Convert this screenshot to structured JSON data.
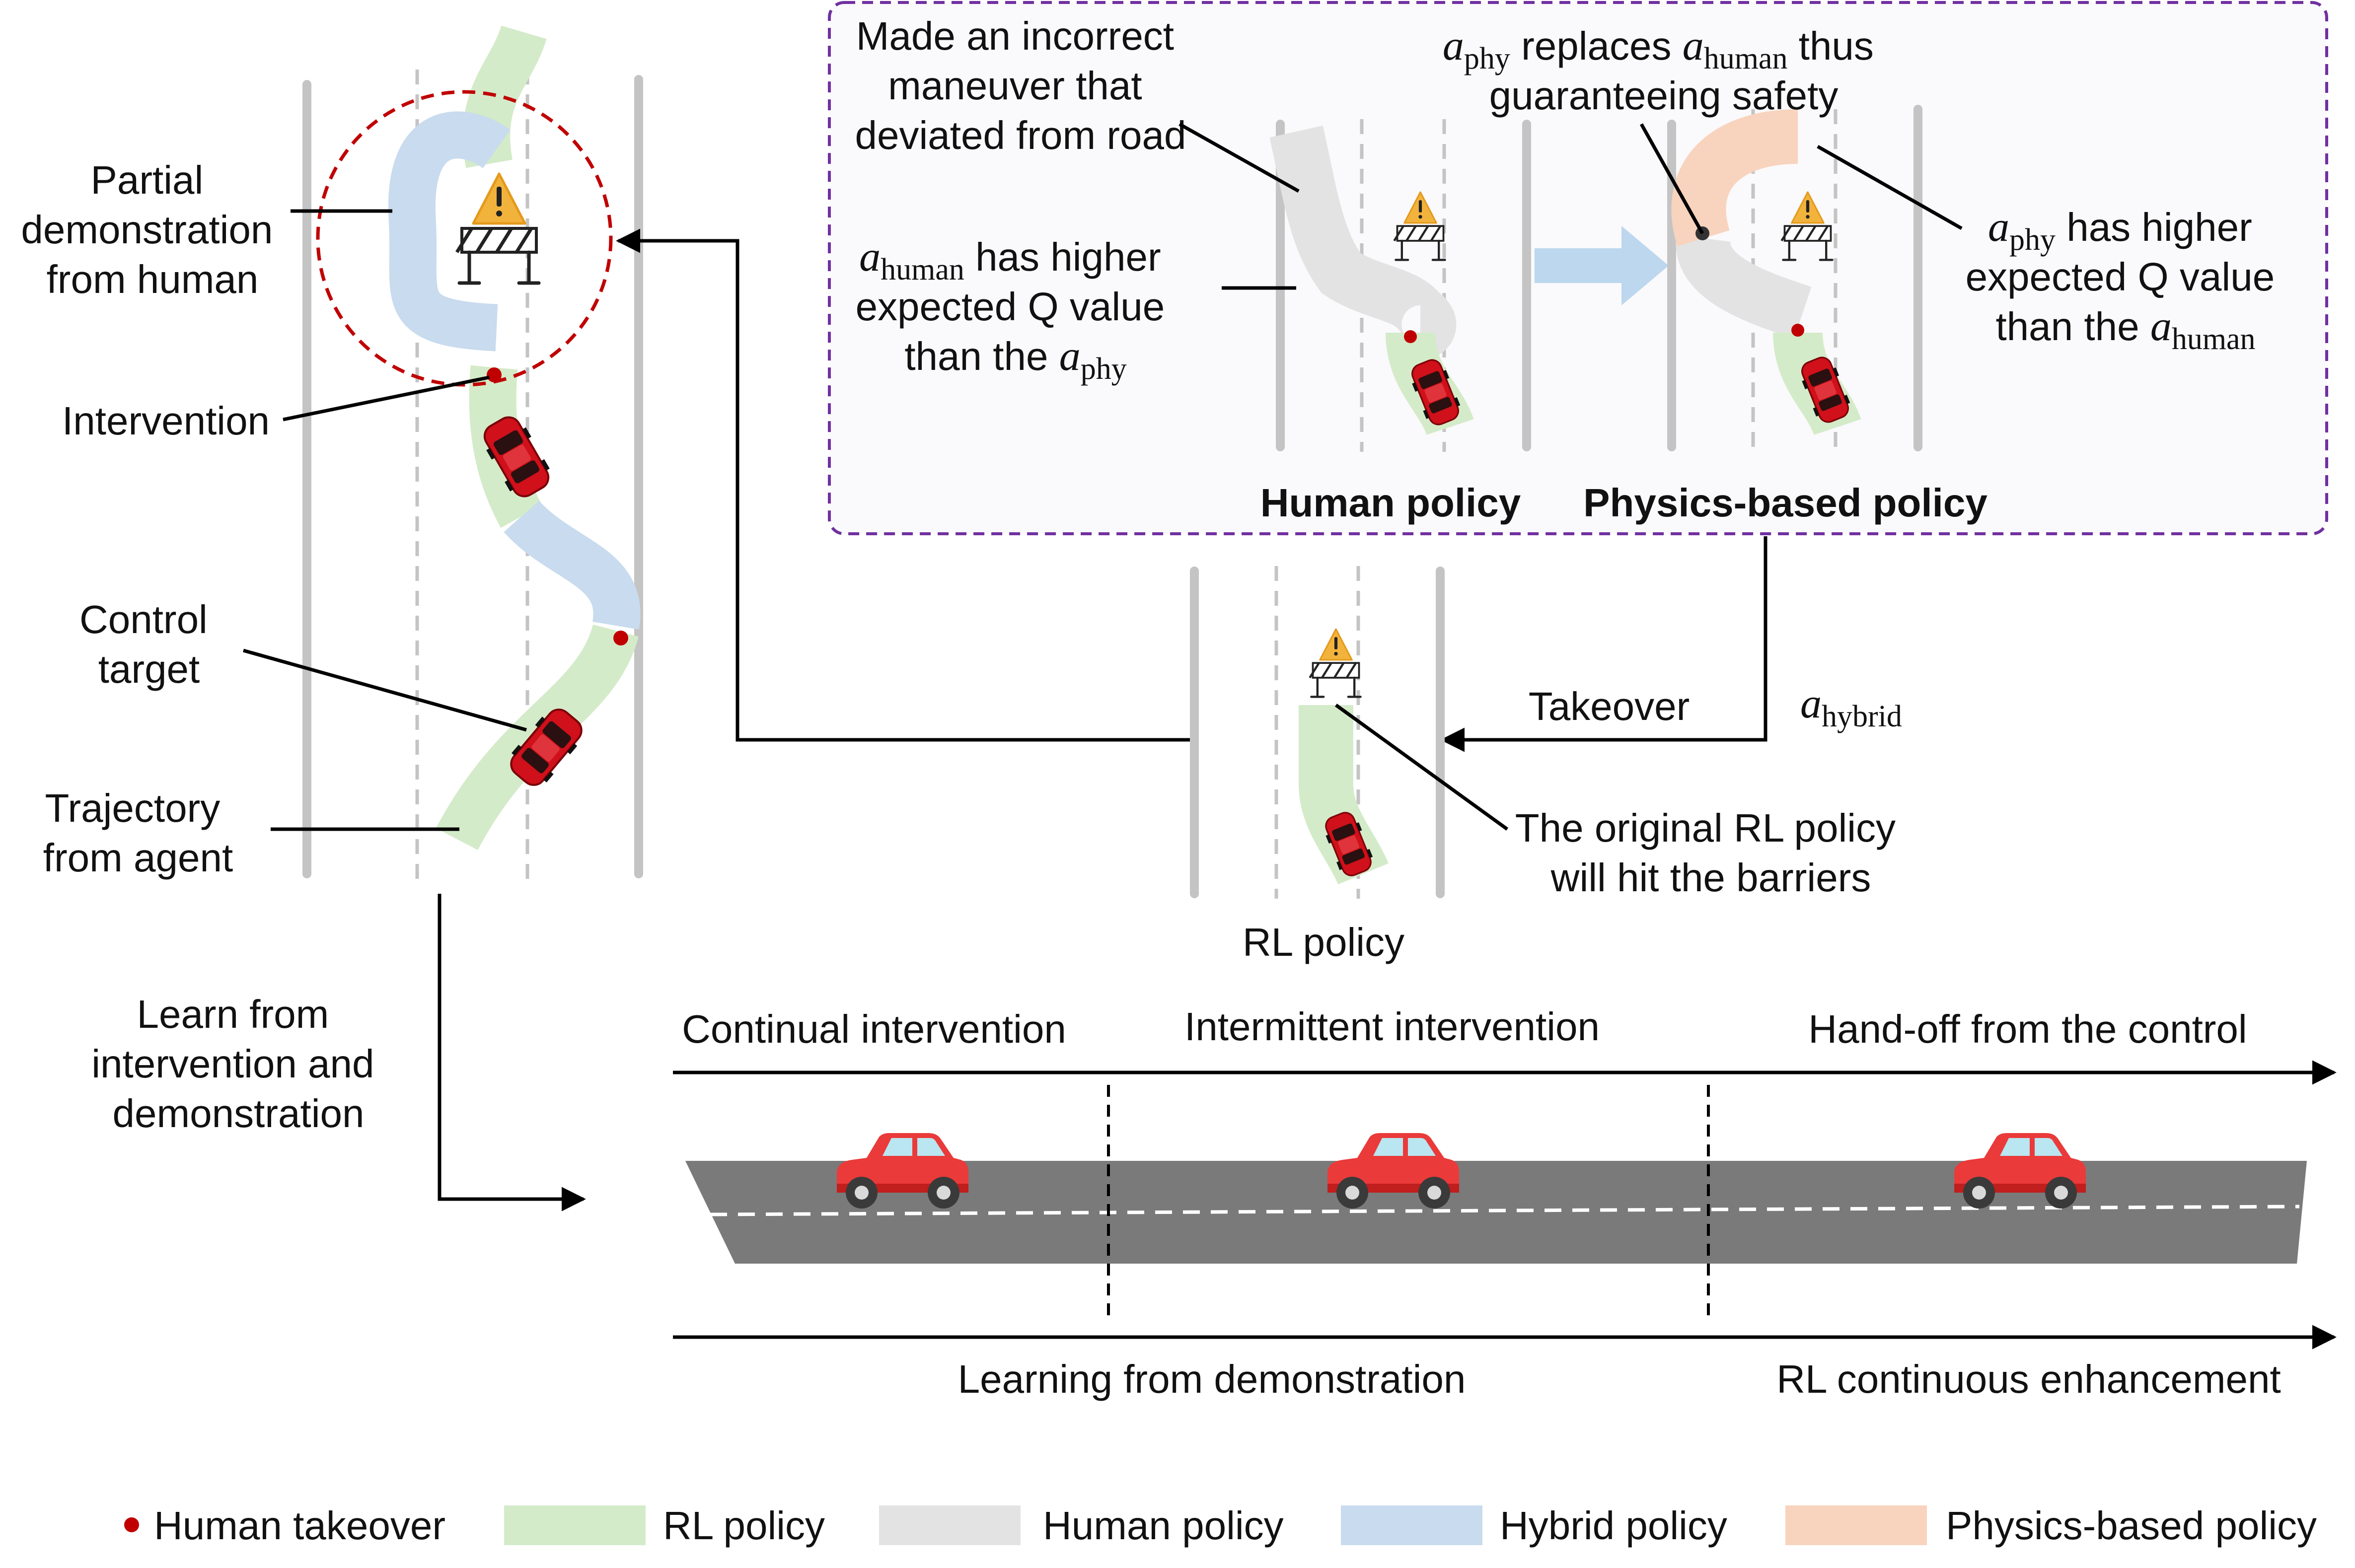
{
  "colors": {
    "rl_policy": "#d4ebc9",
    "human_policy": "#e3e3e3",
    "hybrid_policy": "#c9dbee",
    "physics_policy": "#f8d3bd",
    "takeover_dot": "#c00000",
    "car_red": "#d0101a",
    "warning_yellow": "#f2b33d",
    "road_gray": "#7a7a7a",
    "inset_border": "#7030a0",
    "circle_border": "#c00000",
    "hand_arrow": "#bcd7ee"
  },
  "left_panel": {
    "partial_demo_lines": [
      "Partial",
      "demonstration",
      "from human"
    ],
    "intervention": "Intervention",
    "control_target_lines": [
      "Control",
      "target"
    ],
    "trajectory_lines": [
      "Trajectory",
      "from agent"
    ],
    "learn_lines": [
      "Learn from",
      "intervention and",
      "demonstration"
    ]
  },
  "inset": {
    "incorrect_lines": [
      "Made an incorrect",
      "maneuver that",
      "deviated from road"
    ],
    "human_q": {
      "line1_var": "a",
      "line1_sub": "human",
      "line1_text": " has higher",
      "line2": "expected Q value",
      "line3_text": "than the ",
      "line3_var": "a",
      "line3_sub": "phy"
    },
    "replaces": {
      "var1": "a",
      "sub1": "phy",
      "mid": " replaces ",
      "var2": "a",
      "sub2": "human",
      "end": " thus",
      "line2": "guaranteeing safety"
    },
    "phy_q": {
      "line1_var": "a",
      "line1_sub": "phy",
      "line1_text": " has higher",
      "line2": "expected Q value",
      "line3_text": "than the ",
      "line3_var": "a",
      "line3_sub": "human"
    },
    "human_policy_title": "Human policy",
    "physics_policy_title": "Physics-based policy"
  },
  "middle": {
    "takeover": "Takeover",
    "hybrid_var": "a",
    "hybrid_sub": "hybrid",
    "original_rl_lines": [
      "The original RL policy",
      "will hit the barriers"
    ],
    "rl_policy": "RL policy"
  },
  "timeline": {
    "stages": [
      "Continual intervention",
      "Intermittent intervention",
      "Hand-off from the control"
    ],
    "phases": [
      "Learning from demonstration",
      "RL continuous enhancement"
    ]
  },
  "legend": [
    {
      "label": "Human takeover",
      "kind": "dot",
      "color": "#c00000"
    },
    {
      "label": "RL policy",
      "kind": "swatch",
      "color": "#d4ebc9"
    },
    {
      "label": "Human policy",
      "kind": "swatch",
      "color": "#e3e3e3"
    },
    {
      "label": "Hybrid policy",
      "kind": "swatch",
      "color": "#c9dbee"
    },
    {
      "label": "Physics-based policy",
      "kind": "swatch",
      "color": "#f8d3bd"
    }
  ]
}
